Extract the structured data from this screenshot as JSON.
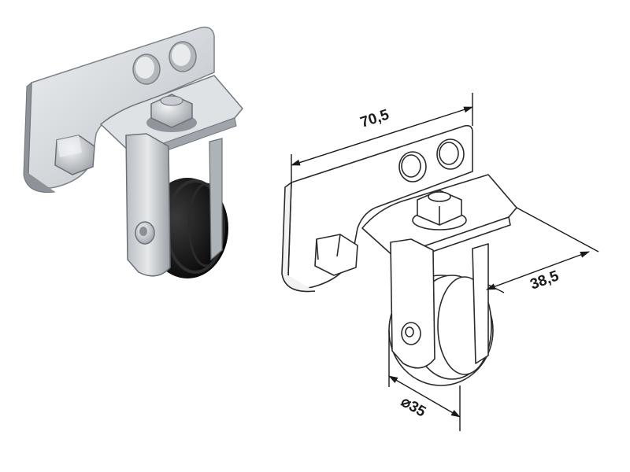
{
  "dimensions": {
    "width_label": "70,5",
    "depth_label": "38,5",
    "wheel_diameter_label": "⌀35"
  },
  "colors": {
    "steel_light": "#e4e6e8",
    "steel_mid": "#c3c7cb",
    "steel_dark": "#8f959b",
    "rubber": "#141414",
    "line": "#2b2b2b",
    "background": "#ffffff"
  }
}
